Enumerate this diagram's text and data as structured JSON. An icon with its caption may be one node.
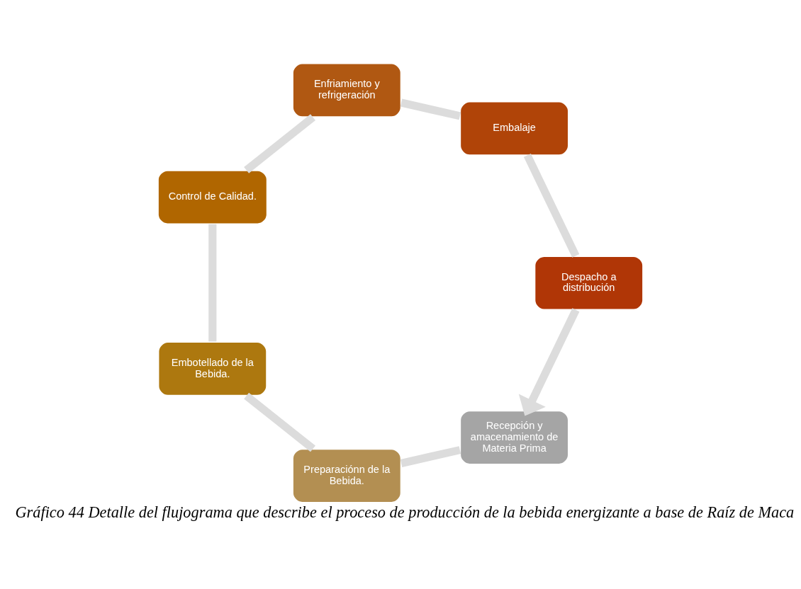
{
  "diagram": {
    "caption": "Gráfico 44 Detalle del flujograma que describe el proceso de producción de la bebida energizante a base de Raíz de Maca",
    "nodes": [
      {
        "text": [
          "Recepción y amacenamiento de Materia Prima"
        ]
      },
      {
        "text": [
          "Preparaciónn de la Bebida."
        ]
      },
      {
        "text": [
          "Embotellado de la Bebida."
        ]
      },
      {
        "text": [
          "Control de Calidad."
        ]
      },
      {
        "text": [
          "Enfriamiento y refrigeración"
        ]
      },
      {
        "text": [
          "Embalaje"
        ]
      },
      {
        "text": [
          "Despacho a distribución"
        ]
      }
    ],
    "edges": [
      {
        "from": 0,
        "to": 1,
        "arrow": "none"
      },
      {
        "from": 1,
        "to": 2,
        "arrow": "none"
      },
      {
        "from": 2,
        "to": 3,
        "arrow": "none"
      },
      {
        "from": 3,
        "to": 4,
        "arrow": "none"
      },
      {
        "from": 4,
        "to": 5,
        "arrow": "none"
      },
      {
        "from": 5,
        "to": 6,
        "arrow": "none"
      },
      {
        "from": 6,
        "to": 0,
        "arrow": "to"
      }
    ]
  }
}
